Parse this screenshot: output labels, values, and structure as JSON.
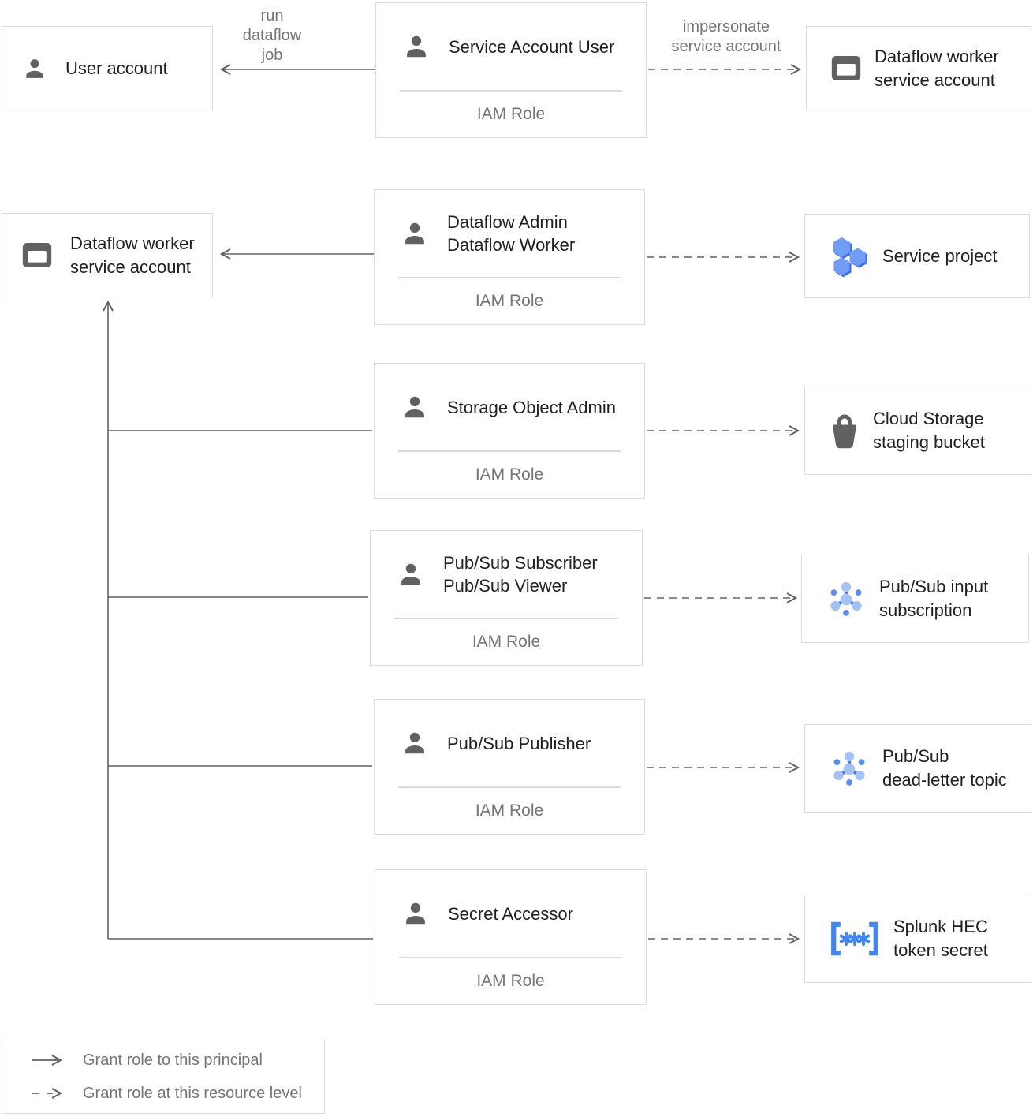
{
  "nodes": {
    "user_account": {
      "label": "User account"
    },
    "service_account_user": {
      "title": "Service Account User",
      "role_label": "IAM Role"
    },
    "dataflow_worker_sa_top": {
      "line1": "Dataflow worker",
      "line2": "service account"
    },
    "dataflow_worker_sa_left": {
      "line1": "Dataflow worker",
      "line2": "service account"
    },
    "dataflow_admin_worker": {
      "title_line1": "Dataflow Admin",
      "title_line2": "Dataflow Worker",
      "role_label": "IAM Role"
    },
    "service_project": {
      "label": "Service project"
    },
    "storage_object_admin": {
      "title": "Storage Object Admin",
      "role_label": "IAM Role"
    },
    "cloud_storage_staging_bucket": {
      "line1": "Cloud Storage",
      "line2": "staging bucket"
    },
    "pubsub_subscriber_viewer": {
      "title_line1": "Pub/Sub Subscriber",
      "title_line2": "Pub/Sub Viewer",
      "role_label": "IAM Role"
    },
    "pubsub_input_subscription": {
      "line1": "Pub/Sub input",
      "line2": "subscription"
    },
    "pubsub_publisher": {
      "title": "Pub/Sub Publisher",
      "role_label": "IAM Role"
    },
    "pubsub_dead_letter_topic": {
      "line1": "Pub/Sub",
      "line2": "dead-letter topic"
    },
    "secret_accessor": {
      "title": "Secret Accessor",
      "role_label": "IAM Role"
    },
    "splunk_hec_token_secret": {
      "line1": "Splunk HEC",
      "line2": "token secret"
    }
  },
  "edges": {
    "run_dataflow_job": {
      "line1": "run",
      "line2": "dataflow",
      "line3": "job"
    },
    "impersonate_service_account": {
      "line1": "impersonate",
      "line2": "service account"
    }
  },
  "legend": {
    "solid_label": "Grant role to this principal",
    "dashed_label": "Grant role at this resource level"
  },
  "icons": {
    "user": "person-icon",
    "service_account": "service-account-card-icon",
    "project": "project-hexagons-icon",
    "bucket": "storage-bucket-icon",
    "pubsub": "pubsub-topology-icon",
    "secret": "secret-brackets-icon"
  },
  "colors": {
    "box_border": "#dadce0",
    "title_text": "#212121",
    "muted_text": "#757575",
    "icon_gray": "#616161",
    "arrow": "#616161",
    "accent_blue": "#4285f4",
    "accent_blue_light": "#a5c2f7",
    "accent_blue_dark": "#3b6de3"
  }
}
